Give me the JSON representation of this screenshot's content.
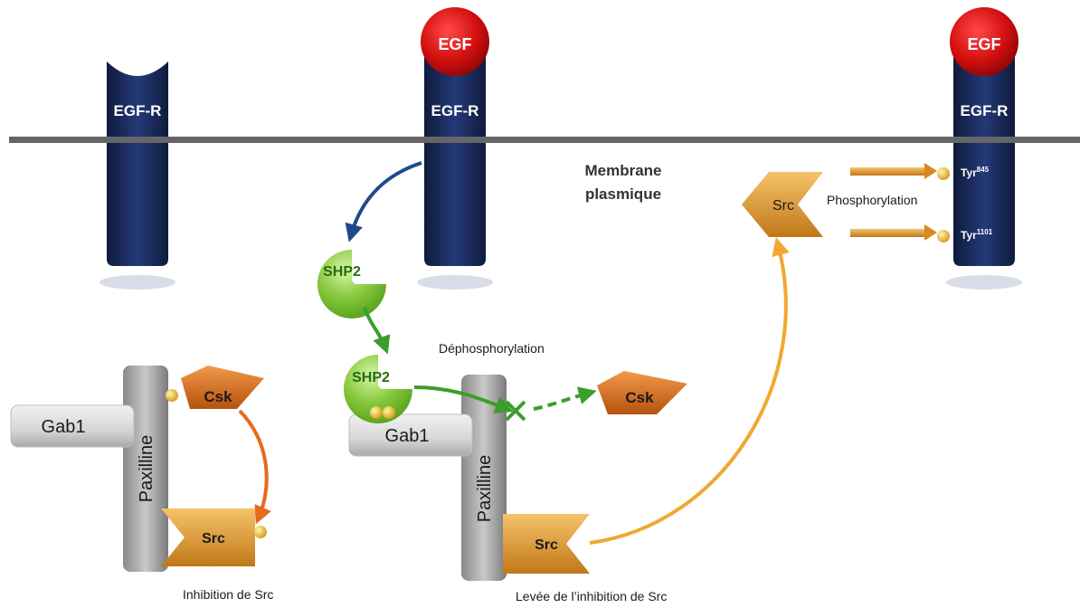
{
  "receptors": {
    "r1": {
      "label": "EGF-R"
    },
    "r2": {
      "label": "EGF-R",
      "ligand": "EGF"
    },
    "r3": {
      "label": "EGF-R",
      "ligand": "EGF"
    }
  },
  "membrane": {
    "line1": "Membrane",
    "line2": "plasmique"
  },
  "shp2": {
    "free": "SHP2",
    "bound": "SHP2"
  },
  "labels": {
    "dephosphorylation": "Déphosphorylation",
    "phosphorylation": "Phosphorylation",
    "inhibition": "Inhibition de Src",
    "levee": "Levée de l’inhibition de Src"
  },
  "tyrosines": [
    {
      "base": "Tyr",
      "sup": "845"
    },
    {
      "base": "Tyr",
      "sup": "1101"
    }
  ],
  "complex_left": {
    "gab1": "Gab1",
    "paxilline": "Paxilline",
    "csk": "Csk",
    "src": "Src"
  },
  "complex_mid": {
    "gab1": "Gab1",
    "paxilline": "Paxilline",
    "csk": "Csk",
    "src": "Src"
  },
  "src_active": "Src",
  "colors": {
    "receptor": "#1b2a5a",
    "egf": "#cc0d0d",
    "membrane": "#6b6b6b",
    "shp2": "#74c131",
    "orange_protein": "#d9731a",
    "gold_protein": "#e8a23a",
    "arrow_blue": "#1e4a8c",
    "arrow_green": "#3b9e2a",
    "arrow_orange": "#e86a1e",
    "arrow_gold": "#f0a830"
  }
}
